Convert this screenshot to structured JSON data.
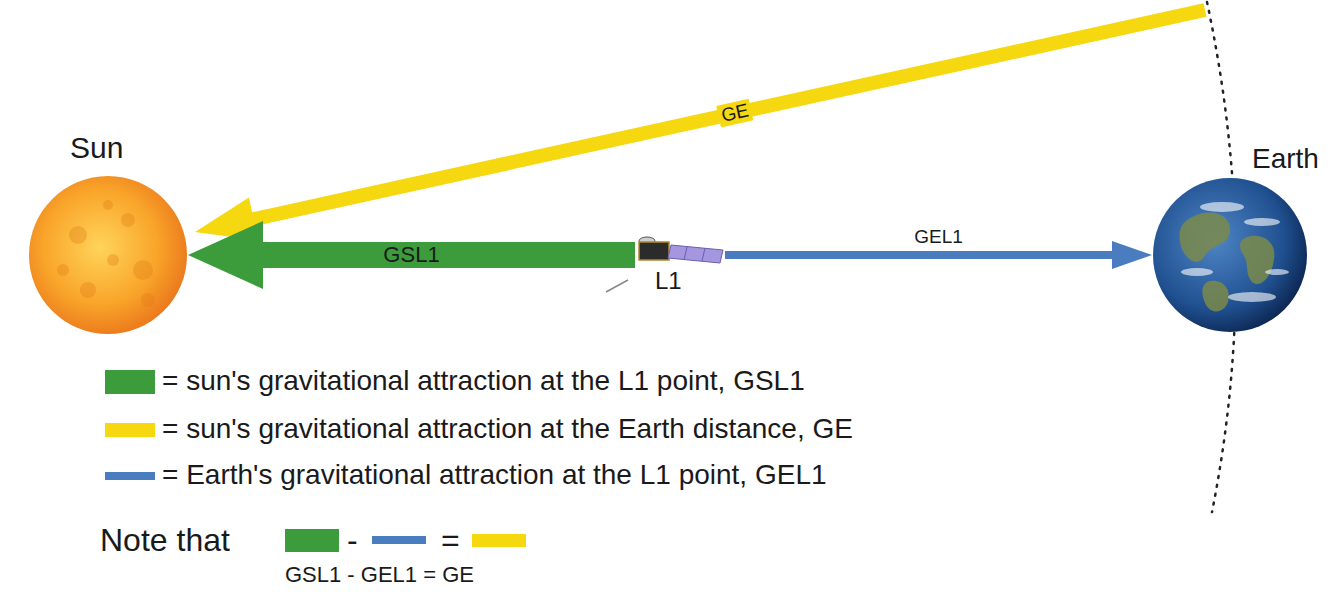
{
  "diagram": {
    "nodes": [
      {
        "text": [
          "Sun"
        ]
      },
      {
        "text": [
          "L1"
        ]
      },
      {
        "text": [
          "Earth"
        ]
      }
    ],
    "edges": [
      {
        "from": 1,
        "to": 0,
        "arrow": "to",
        "label": "GSL1"
      },
      {
        "from": 1,
        "to": 2,
        "arrow": "to",
        "label": "GEL1"
      }
    ],
    "labels": [
      "GE",
      "Note that",
      "-",
      "=",
      "GSL1 - GEL1 = GE"
    ],
    "legend": [
      {
        "text": "= sun's gravitational attraction at the L1 point, GSL1",
        "color": "#3c9b3a"
      },
      {
        "text": "= sun's gravitational attraction at the Earth distance, GE",
        "color": "#f5d80f"
      },
      {
        "text": "= Earth's gravitational attraction at the L1 point, GEL1",
        "color": "#4a7cc0"
      }
    ]
  }
}
